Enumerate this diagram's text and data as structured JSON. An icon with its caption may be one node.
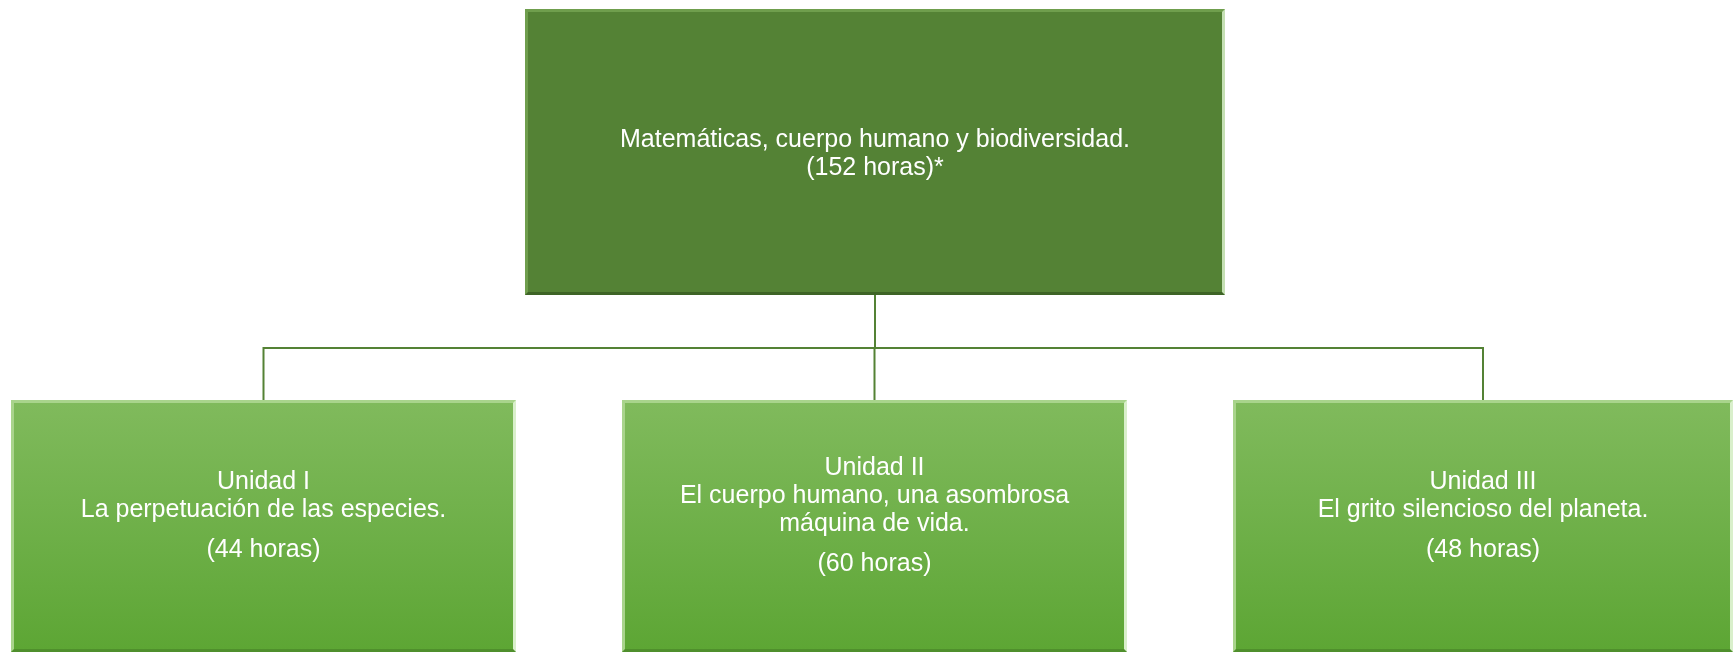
{
  "diagram": {
    "nodes": [
      {
        "text": [
          "Matemáticas, cuerpo humano y biodiversidad.",
          "(152 horas)*"
        ]
      },
      {
        "text": [
          "Unidad I",
          "La perpetuación de las especies.",
          "(44 horas)"
        ]
      },
      {
        "text": [
          "Unidad II",
          "El cuerpo humano, una asombrosa máquina de vida.",
          "(60 horas)"
        ]
      },
      {
        "text": [
          "Unidad III",
          "El grito silencioso del planeta.",
          "(48 horas)"
        ]
      }
    ],
    "edges": [
      {
        "from": 0,
        "to": 1,
        "arrow": "none"
      },
      {
        "from": 0,
        "to": 2,
        "arrow": "none"
      },
      {
        "from": 0,
        "to": 3,
        "arrow": "none"
      }
    ]
  }
}
